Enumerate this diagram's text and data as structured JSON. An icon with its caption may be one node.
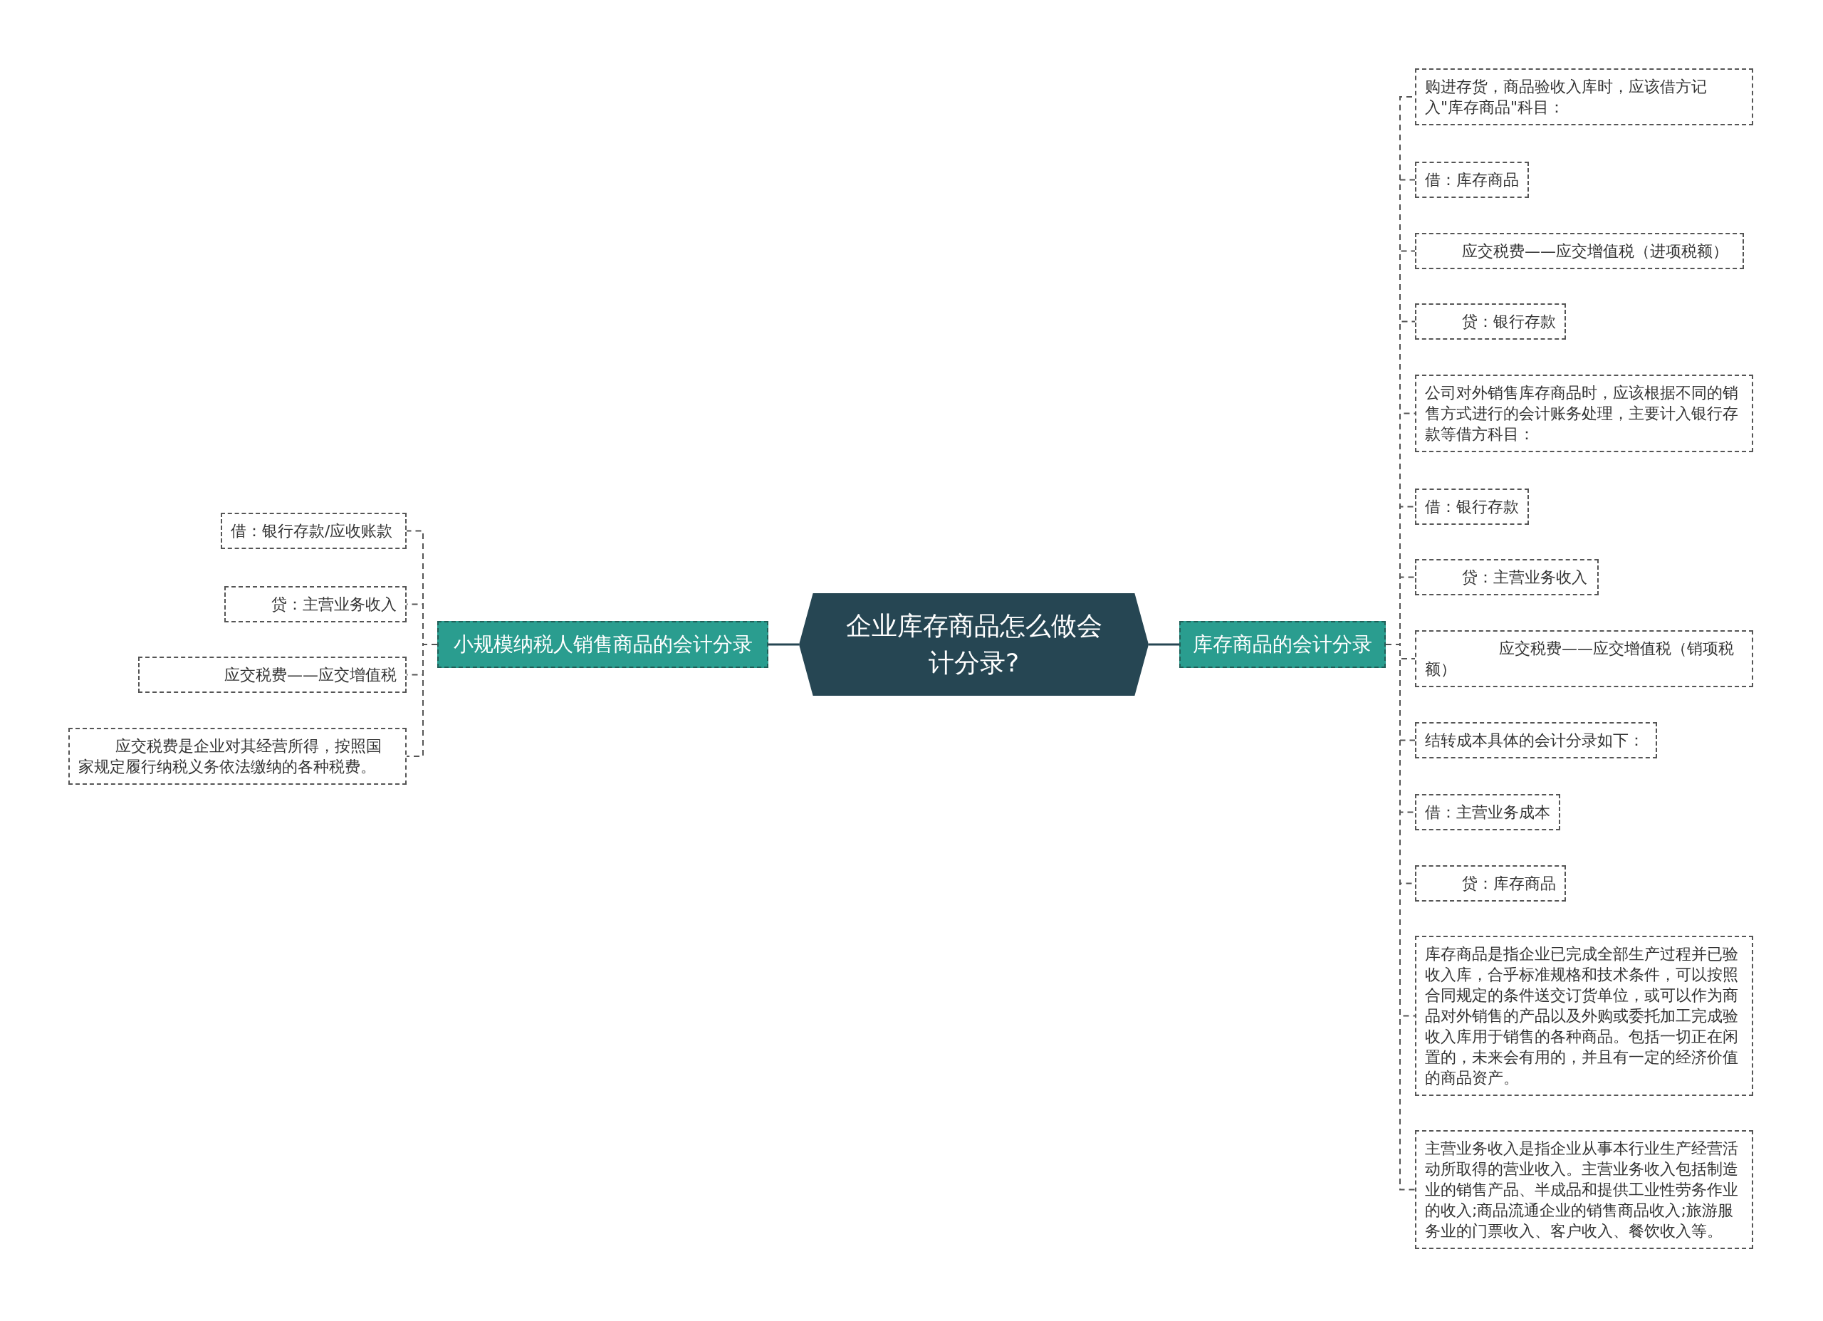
{
  "diagram": {
    "nodes": [
      {
        "text": [
          "企业库存商品怎么做会计分录?"
        ]
      },
      {
        "text": [
          "小规模纳税人销售商品的会计分录"
        ]
      },
      {
        "text": [
          "借：银行存款/应收账款"
        ]
      },
      {
        "text": [
          "贷：主营业务收入"
        ]
      },
      {
        "text": [
          "应交税费——应交增值税"
        ]
      },
      {
        "text": [
          "应交税费是企业对其经营所得，按照国家规定履行纳税义务依法缴纳的各种税费。"
        ]
      },
      {
        "text": [
          "库存商品的会计分录"
        ]
      },
      {
        "text": [
          "购进存货，商品验收入库时，应该借方记入\"库存商品\"科目："
        ]
      },
      {
        "text": [
          "借：库存商品"
        ]
      },
      {
        "text": [
          "应交税费——应交增值税（进项税额）"
        ]
      },
      {
        "text": [
          "贷：银行存款"
        ]
      },
      {
        "text": [
          "公司对外销售库存商品时，应该根据不同的销售方式进行的会计账务处理，主要计入银行存款等借方科目："
        ]
      },
      {
        "text": [
          "借：银行存款"
        ]
      },
      {
        "text": [
          "贷：主营业务收入"
        ]
      },
      {
        "text": [
          "应交税费——应交增值税（销项税额）"
        ]
      },
      {
        "text": [
          "结转成本具体的会计分录如下："
        ]
      },
      {
        "text": [
          "借：主营业务成本"
        ]
      },
      {
        "text": [
          "贷：库存商品"
        ]
      },
      {
        "text": [
          "库存商品是指企业已完成全部生产过程并已验收入库，合乎标准规格和技术条件，可以按照合同规定的条件送交订货单位，或可以作为商品对外销售的产品以及外购或委托加工完成验收入库用于销售的各种商品。包括一切正在闲置的，未来会有用的，并且有一定的经济价值的商品资产。"
        ]
      },
      {
        "text": [
          "主营业务收入是指企业从事本行业生产经营活动所取得的营业收入。主营业务收入包括制造业的销售产品、半成品和提供工业性劳务作业的收入;商品流通企业的销售商品收入;旅游服务业的门票收入、客户收入、餐饮收入等。"
        ]
      }
    ],
    "edges": [
      {
        "from": 0,
        "to": 1,
        "arrow": "none"
      },
      {
        "from": 1,
        "to": 2,
        "arrow": "none",
        "style": "dashed"
      },
      {
        "from": 1,
        "to": 3,
        "arrow": "none",
        "style": "dashed"
      },
      {
        "from": 1,
        "to": 4,
        "arrow": "none",
        "style": "dashed"
      },
      {
        "from": 1,
        "to": 5,
        "arrow": "none",
        "style": "dashed"
      },
      {
        "from": 0,
        "to": 6,
        "arrow": "none"
      },
      {
        "from": 6,
        "to": 7,
        "arrow": "none",
        "style": "dashed"
      },
      {
        "from": 6,
        "to": 8,
        "arrow": "none",
        "style": "dashed"
      },
      {
        "from": 6,
        "to": 9,
        "arrow": "none",
        "style": "dashed"
      },
      {
        "from": 6,
        "to": 10,
        "arrow": "none",
        "style": "dashed"
      },
      {
        "from": 6,
        "to": 11,
        "arrow": "none",
        "style": "dashed"
      },
      {
        "from": 6,
        "to": 12,
        "arrow": "none",
        "style": "dashed"
      },
      {
        "from": 6,
        "to": 13,
        "arrow": "none",
        "style": "dashed"
      },
      {
        "from": 6,
        "to": 14,
        "arrow": "none",
        "style": "dashed"
      },
      {
        "from": 6,
        "to": 15,
        "arrow": "none",
        "style": "dashed"
      },
      {
        "from": 6,
        "to": 16,
        "arrow": "none",
        "style": "dashed"
      },
      {
        "from": 6,
        "to": 17,
        "arrow": "none",
        "style": "dashed"
      },
      {
        "from": 6,
        "to": 18,
        "arrow": "none",
        "style": "dashed"
      },
      {
        "from": 6,
        "to": 19,
        "arrow": "none",
        "style": "dashed"
      }
    ]
  }
}
